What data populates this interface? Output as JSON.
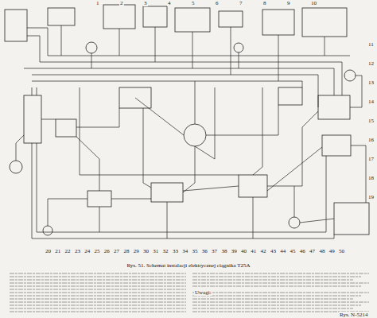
{
  "diagram": {
    "caption": "Rys. 51. Schemat instalacji elektrycznej ciągnika T25A",
    "labels": [
      "1",
      "2",
      "3",
      "4",
      "5",
      "6",
      "7",
      "8",
      "9",
      "10",
      "11",
      "12",
      "13",
      "14",
      "15",
      "16",
      "17",
      "18",
      "19",
      "20",
      "21",
      "22",
      "23",
      "24",
      "25",
      "26",
      "27",
      "28",
      "29",
      "30",
      "31",
      "32",
      "33",
      "34",
      "35",
      "36",
      "37",
      "38",
      "39",
      "40",
      "41",
      "42",
      "43",
      "44",
      "45",
      "46",
      "47",
      "48",
      "49",
      "50",
      "Uwagi:",
      "Rys. N-5214"
    ]
  }
}
